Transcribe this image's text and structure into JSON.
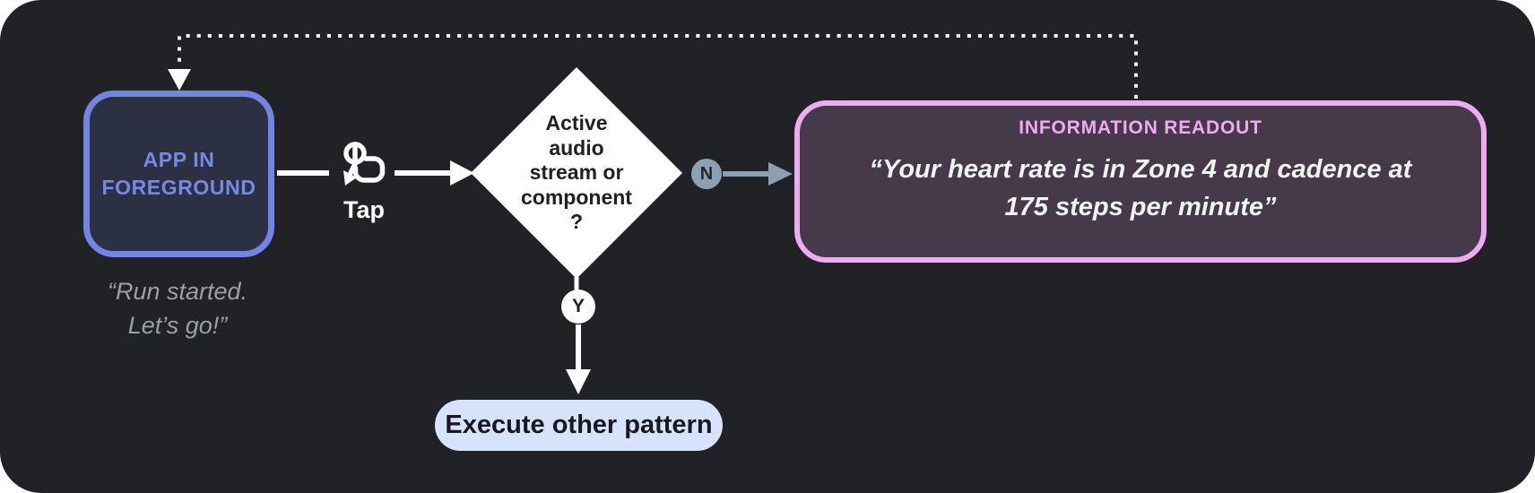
{
  "colors": {
    "panel_bg": "#212225",
    "line": "#ffffff",
    "dotted": "#f1f3f4",
    "app_border": "#7285e2",
    "app_bg": "#2b3142",
    "app_text": "#7689e6",
    "caption": "#9aa0a6",
    "tap_label": "#ffffff",
    "diamond_fill": "#ffffff",
    "diamond_text": "#202124",
    "n_badge": "#8ba0b2",
    "n_badge_text": "#23262a",
    "y_badge": "#ffffff",
    "y_badge_text": "#202124",
    "readout_border": "#efabf1",
    "readout_bg": "#463a4a",
    "readout_title": "#efabf1",
    "readout_quote": "#f1f3f4",
    "pill_bg": "#d7e3fc",
    "pill_text": "#17191c"
  },
  "nodes": {
    "app_state": {
      "label_line1": "APP IN",
      "label_line2": "FOREGROUND",
      "caption_line1": "“Run started.",
      "caption_line2": "Let’s go!”"
    },
    "tap": {
      "label": "Tap",
      "icon": "tap-gesture-icon"
    },
    "decision": {
      "lines": [
        "Active",
        "audio",
        "stream or",
        "component",
        "?"
      ]
    },
    "no_branch": {
      "badge": "N"
    },
    "yes_branch": {
      "badge": "Y"
    },
    "readout": {
      "title": "INFORMATION READOUT",
      "quote_line1": "“Your heart rate is in Zone 4 and cadence at",
      "quote_line2": "175 steps per minute”"
    },
    "action": {
      "label": "Execute other pattern"
    }
  }
}
